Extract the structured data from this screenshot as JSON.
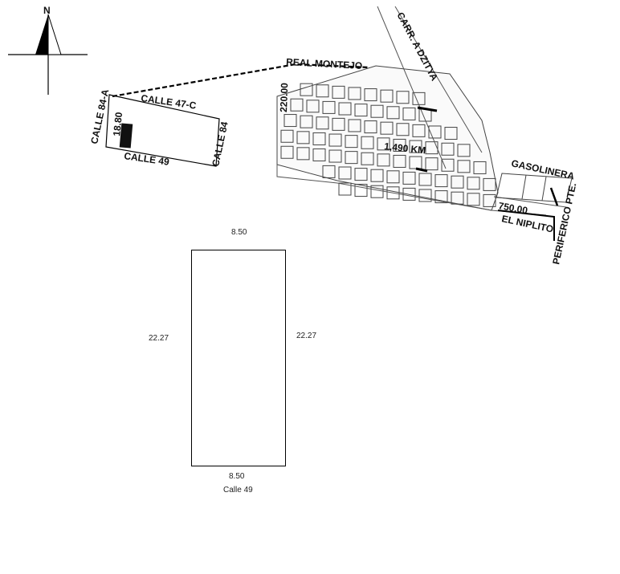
{
  "map": {
    "north_label": "N",
    "labels": {
      "calle_84a": "CALLE 84-A",
      "calle_47c": "CALLE 47-C",
      "calle_84": "CALLE 84",
      "calle_49": "CALLE 49",
      "lot_width": "18.80",
      "real_montejo": "REAL MONTEJO",
      "carr_dzitya": "CARR. A DZITYA",
      "dist_220": "220.00",
      "dist_km": "1,490 KM",
      "gasolinera": "GASOLINERA",
      "dist_750": "750.00",
      "el_niplito": "EL NIPLITO",
      "periferico": "PERIFERICO PTE."
    }
  },
  "lot_sketch": {
    "top": "8.50",
    "left": "22.27",
    "right": "22.27",
    "bottom": "8.50",
    "street": "Calle 49"
  }
}
